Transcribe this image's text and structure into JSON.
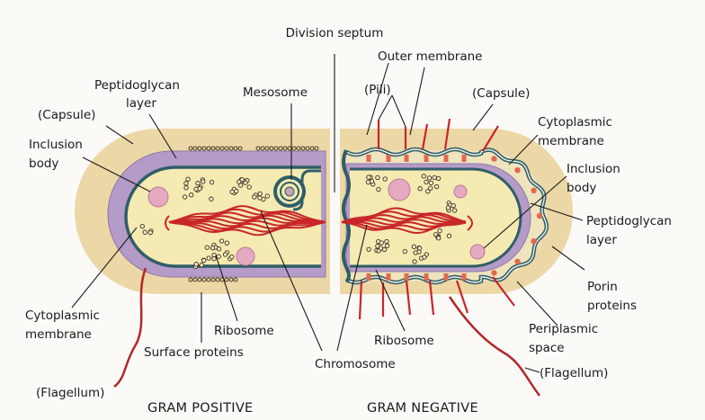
{
  "labels": {
    "division_septum": "Division septum",
    "outer_membrane": "Outer membrane",
    "peptidoglycan_layer_left_1": "Peptidoglycan",
    "peptidoglycan_layer_left_2": "layer",
    "mesosome": "Mesosome",
    "pili": "(Pili)",
    "capsule_left": "(Capsule)",
    "capsule_right": "(Capsule)",
    "inclusion_body_left_1": "Inclusion",
    "inclusion_body_left_2": "body",
    "cytoplasmic_membrane_right_1": "Cytoplasmic",
    "cytoplasmic_membrane_right_2": "membrane",
    "inclusion_body_right_1": "Inclusion",
    "inclusion_body_right_2": "body",
    "peptidoglycan_layer_right_1": "Peptidoglycan",
    "peptidoglycan_layer_right_2": "layer",
    "porin_proteins_1": "Porin",
    "porin_proteins_2": "proteins",
    "periplasmic_space_1": "Periplasmic",
    "periplasmic_space_2": "space",
    "cytoplasmic_membrane_left_1": "Cytoplasmic",
    "cytoplasmic_membrane_left_2": "membrane",
    "ribosome_left": "Ribosome",
    "ribosome_right": "Ribosome",
    "surface_proteins": "Surface proteins",
    "chromosome": "Chromosome",
    "flagellum_left": "(Flagellum)",
    "flagellum_right": "(Flagellum)"
  },
  "captions": {
    "gram_positive": "GRAM POSITIVE",
    "gram_negative": "GRAM NEGATIVE"
  },
  "colors": {
    "capsule": "#ecd7a6",
    "peptidoglycan": "#b59bc8",
    "cytoplasm": "#f5eab2",
    "membrane": "#2f5e68",
    "chromosome": "#c8262a",
    "inclusion": "#e6a9c2",
    "flagellum": "#b3262a"
  }
}
